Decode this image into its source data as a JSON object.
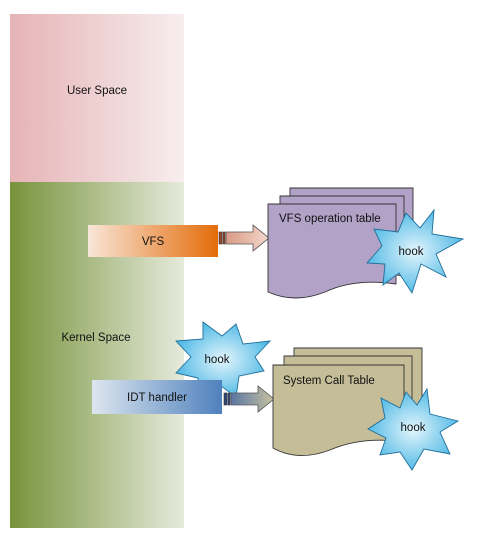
{
  "regions": {
    "user_space": "User Space",
    "kernel_space": "Kernel Space"
  },
  "components": {
    "vfs": "VFS",
    "idt_handler": "IDT handler"
  },
  "tables": {
    "vfs_operation_table": "VFS operation table",
    "system_call_table": "System Call Table"
  },
  "hooks": {
    "vfs_table_hook": "hook",
    "idt_hook": "hook",
    "syscall_table_hook": "hook"
  },
  "colors": {
    "user_space": "#e6b3b6",
    "kernel_space": "#77933c",
    "vfs_box": "#e46c0a",
    "idt_box": "#4f81bd",
    "vfs_table": "#b3a2c7",
    "syscall_table": "#c4bd97",
    "hook": "#5bc0e8"
  }
}
